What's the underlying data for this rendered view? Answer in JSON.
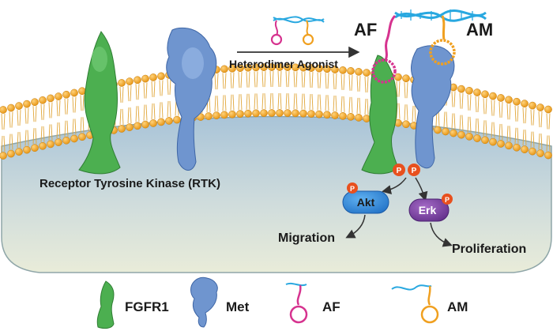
{
  "labels": {
    "agonist_arrow": "Heterodimer Agonist",
    "af_top": "AF",
    "am_top": "AM",
    "rtk": "Receptor Tyrosine Kinase (RTK)",
    "phospho": "P",
    "akt": "Akt",
    "erk": "Erk",
    "migration": "Migration",
    "proliferation": "Proliferation"
  },
  "legend": [
    {
      "label": "FGFR1",
      "icon": "fgfr1-protein-icon"
    },
    {
      "label": "Met",
      "icon": "met-protein-icon"
    },
    {
      "label": "AF",
      "icon": "af-aptamer-icon"
    },
    {
      "label": "AM",
      "icon": "am-aptamer-icon"
    }
  ],
  "colors": {
    "fgfr1": "#4caf50",
    "met": "#6f95cf",
    "af": "#d6338f",
    "am": "#f0a020",
    "dna": "#29a8e0",
    "lipid_head": "#f5a623",
    "akt": "#2b7fd6",
    "erk": "#7b3fa0",
    "phospho": "#e8501e"
  }
}
